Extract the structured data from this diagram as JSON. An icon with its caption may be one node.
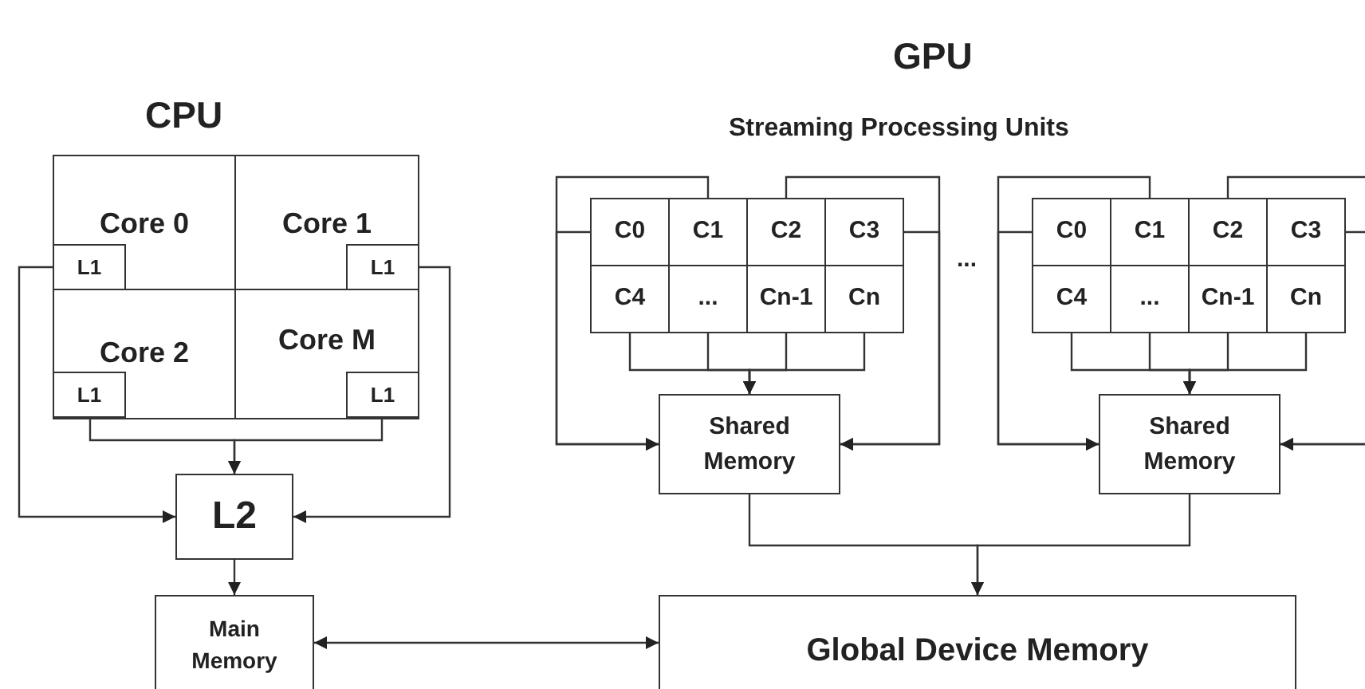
{
  "diagram": {
    "nodes": [
      {
        "text": [
          "CPU"
        ]
      },
      {
        "text": [
          "Core 0"
        ],
        "in": 0
      },
      {
        "text": [
          "L1"
        ],
        "in": 1
      },
      {
        "text": [
          "Core 1"
        ],
        "in": 0
      },
      {
        "text": [
          "L1"
        ],
        "in": 3
      },
      {
        "text": [
          "Core 2"
        ],
        "in": 0
      },
      {
        "text": [
          "L1"
        ],
        "in": 5
      },
      {
        "text": [
          "Core M"
        ],
        "in": 0
      },
      {
        "text": [
          "L1"
        ],
        "in": 7
      },
      {
        "text": [
          "L2"
        ]
      },
      {
        "text": [
          "Main Memory"
        ]
      },
      {
        "text": [
          "C0"
        ]
      },
      {
        "text": [
          "C1"
        ]
      },
      {
        "text": [
          "C2"
        ]
      },
      {
        "text": [
          "C3"
        ]
      },
      {
        "text": [
          "C4"
        ]
      },
      {
        "text": [
          "..."
        ]
      },
      {
        "text": [
          "Cn-1"
        ]
      },
      {
        "text": [
          "Cn"
        ]
      },
      {
        "text": [
          "Shared Memory"
        ]
      },
      {
        "text": [
          "C0"
        ]
      },
      {
        "text": [
          "C1"
        ]
      },
      {
        "text": [
          "C2"
        ]
      },
      {
        "text": [
          "C3"
        ]
      },
      {
        "text": [
          "C4"
        ]
      },
      {
        "text": [
          "..."
        ]
      },
      {
        "text": [
          "Cn-1"
        ]
      },
      {
        "text": [
          "Cn"
        ]
      },
      {
        "text": [
          "Shared Memory"
        ]
      },
      {
        "text": [
          "Global Device Memory"
        ]
      }
    ],
    "edges": [
      {
        "from": 2,
        "to": 9,
        "arrow": "to"
      },
      {
        "from": 4,
        "to": 9,
        "arrow": "to"
      },
      {
        "from": 6,
        "to": 9,
        "arrow": "to"
      },
      {
        "from": 8,
        "to": 9,
        "arrow": "to"
      },
      {
        "from": 9,
        "to": 10,
        "arrow": "to"
      },
      {
        "from": 10,
        "to": 29,
        "arrow": "both"
      },
      {
        "from": 11,
        "to": 19,
        "arrow": "to"
      },
      {
        "from": 12,
        "to": 19,
        "arrow": "to"
      },
      {
        "from": 13,
        "to": 19,
        "arrow": "to"
      },
      {
        "from": 14,
        "to": 19,
        "arrow": "to"
      },
      {
        "from": 15,
        "to": 19,
        "arrow": "to"
      },
      {
        "from": 16,
        "to": 19,
        "arrow": "to"
      },
      {
        "from": 17,
        "to": 19,
        "arrow": "to"
      },
      {
        "from": 18,
        "to": 19,
        "arrow": "to"
      },
      {
        "from": 19,
        "to": 29,
        "arrow": "to"
      },
      {
        "from": 20,
        "to": 28,
        "arrow": "to"
      },
      {
        "from": 21,
        "to": 28,
        "arrow": "to"
      },
      {
        "from": 22,
        "to": 28,
        "arrow": "to"
      },
      {
        "from": 23,
        "to": 28,
        "arrow": "to"
      },
      {
        "from": 24,
        "to": 28,
        "arrow": "to"
      },
      {
        "from": 25,
        "to": 28,
        "arrow": "to"
      },
      {
        "from": 26,
        "to": 28,
        "arrow": "to"
      },
      {
        "from": 27,
        "to": 28,
        "arrow": "to"
      },
      {
        "from": 28,
        "to": 29,
        "arrow": "to"
      }
    ],
    "labels": [
      "GPU",
      "Streaming Processing Units",
      "..."
    ]
  }
}
